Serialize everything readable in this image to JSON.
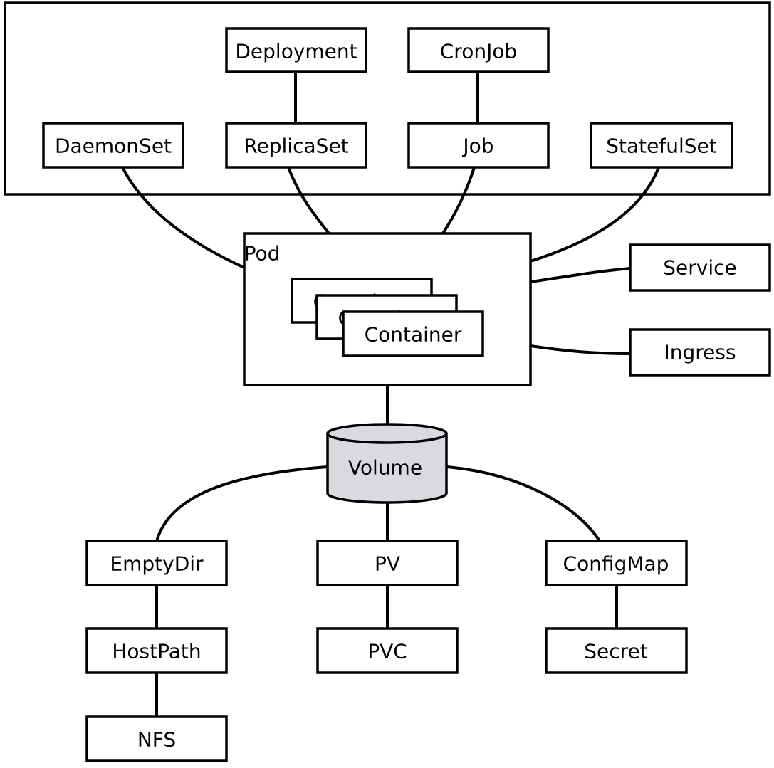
{
  "controllers": {
    "deployment": "Deployment",
    "cronjob": "CronJob",
    "daemonset": "DaemonSet",
    "replicaset": "ReplicaSet",
    "job": "Job",
    "statefulset": "StatefulSet"
  },
  "pod": {
    "label": "Pod",
    "containers": [
      "Container",
      "Container",
      "Container"
    ]
  },
  "networking": {
    "service": "Service",
    "ingress": "Ingress"
  },
  "volume": {
    "label": "Volume",
    "fill_color": "#d9d9df"
  },
  "volume_types": {
    "emptydir": "EmptyDir",
    "hostpath": "HostPath",
    "nfs": "NFS",
    "pv": "PV",
    "pvc": "PVC",
    "configmap": "ConfigMap",
    "secret": "Secret"
  }
}
